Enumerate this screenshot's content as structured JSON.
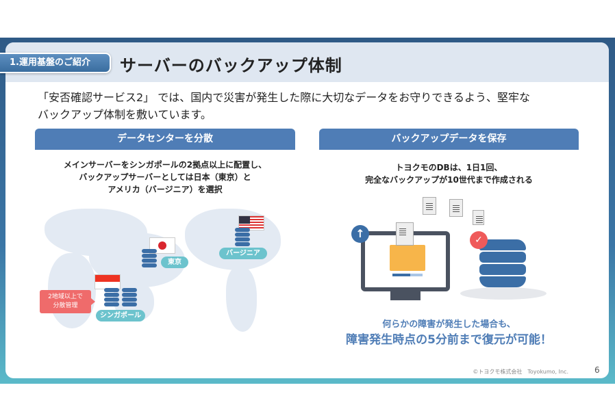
{
  "header": {
    "section_tag": "1.運用基盤のご紹介",
    "title": "サーバーのバックアップ体制"
  },
  "intro": {
    "line1": "「安否確認サービス2」 では、国内で災害が発生した際に大切なデータをお守りできるよう、堅牢な",
    "line2": "バックアップ体制を敷いています。"
  },
  "left": {
    "heading": "データセンターを分散",
    "desc": [
      "メインサーバーをシンガポールの2拠点以上に配置し、",
      "バックアップサーバーとしては日本（東京）と",
      "アメリカ（バージニア）を選択"
    ],
    "labels": {
      "tokyo": "東京",
      "virginia": "バージニア",
      "singapore": "シンガポール"
    },
    "callout": [
      "2地域以上で",
      "分散管理"
    ]
  },
  "right": {
    "heading": "バックアップデータを保存",
    "desc": [
      "トヨクモのDBは、1日1回、",
      "完全なバックアップが10世代まで作成される"
    ],
    "note1": "何らかの障害が発生した場合も、",
    "note2": "障害発生時点の5分前まで復元が可能！"
  },
  "footer": {
    "copyright": "©トヨクモ株式会社　Toyokumo, Inc.",
    "page": "6"
  },
  "colors": {
    "primary": "#4f7db6",
    "accent": "#ef6b6b",
    "teal": "#6cc3cd"
  }
}
